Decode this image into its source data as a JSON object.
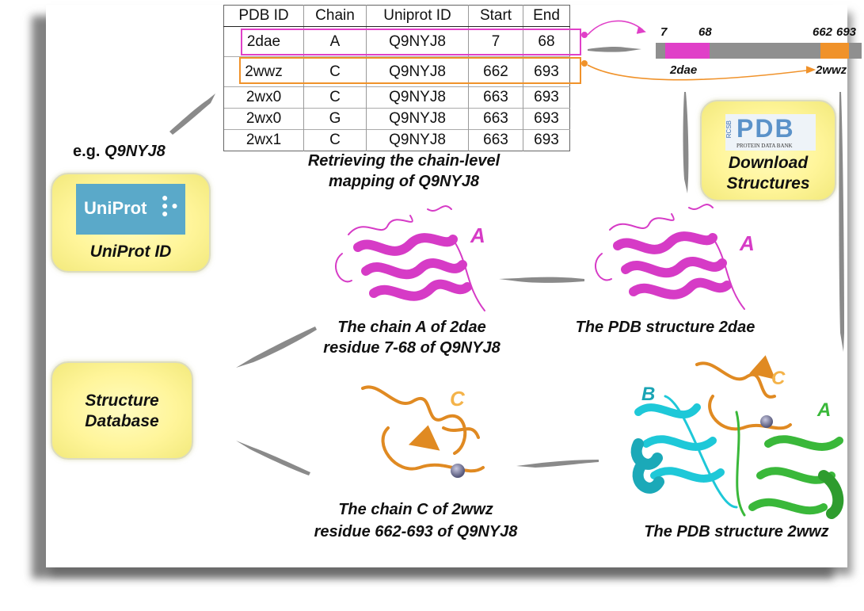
{
  "table": {
    "headers": [
      "PDB ID",
      "Chain",
      "Uniprot ID",
      "Start",
      "End"
    ],
    "rows": [
      [
        "2dae",
        "A",
        "Q9NYJ8",
        "7",
        "68"
      ],
      [
        "2wwz",
        "C",
        "Q9NYJ8",
        "662",
        "693"
      ],
      [
        "2wx0",
        "C",
        "Q9NYJ8",
        "663",
        "693"
      ],
      [
        "2wx0",
        "G",
        "Q9NYJ8",
        "663",
        "693"
      ],
      [
        "2wx1",
        "C",
        "Q9NYJ8",
        "663",
        "693"
      ]
    ],
    "caption_line1": "Retrieving the chain-level",
    "caption_line2": "mapping of Q9NYJ8"
  },
  "example": {
    "prefix": "e.g.",
    "id": "Q9NYJ8"
  },
  "uniprot": {
    "logo_text": "UniProt",
    "label": "UniProt ID"
  },
  "sequence_bar": {
    "tick_7": "7",
    "tick_68": "68",
    "tick_662": "662",
    "tick_693": "693",
    "segment1_label": "2dae",
    "segment2_label": "2wwz"
  },
  "pdb": {
    "logo_text": "PDB",
    "logo_side": "RCSB",
    "logo_sub": "PROTEIN DATA BANK",
    "label_line1": "Download",
    "label_line2": "Structures"
  },
  "structures": {
    "chain_a_label": "A",
    "pdb_2dae_chain_label": "A",
    "pdb_2dae_caption": "The PDB structure 2dae",
    "chain_a_caption_line1": "The chain A of 2dae",
    "chain_a_caption_line2": "residue 7-68 of Q9NYJ8",
    "chain_c_label": "C",
    "chain_c_caption_line1": "The chain C of 2wwz",
    "chain_c_caption_line2": "residue 662-693 of Q9NYJ8",
    "pdb_2wwz_label_b": "B",
    "pdb_2wwz_label_c": "C",
    "pdb_2wwz_label_a": "A",
    "pdb_2wwz_caption": "The PDB structure 2wwz"
  },
  "database": {
    "line1": "Structure",
    "line2": "Database"
  },
  "colors": {
    "magenta": "#e040c8",
    "orange": "#f0922a",
    "gray_arrow": "#8a8a8a",
    "cyan": "#1ec8d8",
    "green": "#3ab83a",
    "yellow_box": "#fff59a"
  }
}
